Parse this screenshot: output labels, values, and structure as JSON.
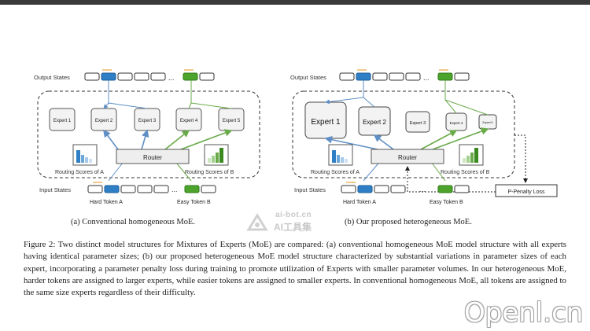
{
  "figure": {
    "left": {
      "output_label": "Output States",
      "input_label": "Input States",
      "experts": [
        "Expert 1",
        "Expert 2",
        "Expert 3",
        "Expert 4",
        "Expert 5"
      ],
      "router_label": "Router",
      "routing_a": "Routing Scores of A",
      "routing_b": "Routing Scores of B",
      "token_a": "Hard Token A",
      "token_b": "Easy Token B",
      "ellipsis": "..."
    },
    "right": {
      "output_label": "Output States",
      "input_label": "Input States",
      "experts": [
        "Expert 1",
        "Expert 2",
        "Expert 3",
        "Expert 4",
        "Expert 5"
      ],
      "router_label": "Router",
      "routing_a": "Routing Scores of A",
      "routing_b": "Routing Scores of B",
      "token_a": "Hard Token A",
      "token_b": "Easy Token B",
      "penalty_label": "P-Penalty Loss",
      "ellipsis": "..."
    },
    "colors": {
      "blue": "#2e7fc6",
      "green": "#4ca42c",
      "orange": "#e8a33a"
    }
  },
  "captions": {
    "a": "(a) Conventional homogeneous MoE.",
    "b": "(b) Our proposed heterogeneous MoE.",
    "main": "Figure 2: Two distinct model structures for Mixtures of Experts (MoE) are compared: (a) conventional homogeneous MoE model structure with all experts having identical parameter sizes; (b) our proposed heterogeneous MoE model structure characterized by substantial variations in parameter sizes of each expert, incorporating a parameter penalty loss during training to promote utilization of Experts with smaller parameter volumes. In our heterogeneous MoE, harder tokens are assigned to larger experts, while easier tokens are assigned to smaller experts. In conventional homogeneous MoE, all tokens are assigned to the same size experts regardless of their difficulty."
  },
  "watermarks": {
    "site": "ai-bot.cn",
    "cn": "AI工具集",
    "openl": "Openl.cn"
  }
}
